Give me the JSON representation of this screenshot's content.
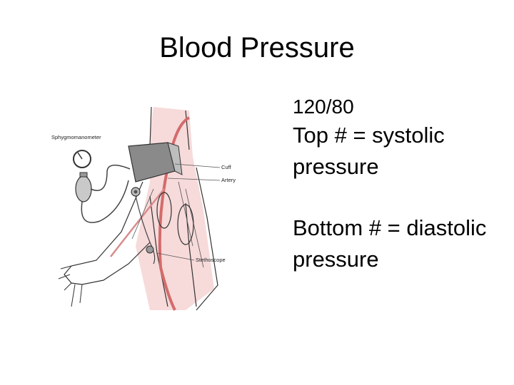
{
  "slide": {
    "title": "Blood Pressure",
    "reading": "120/80",
    "bullets": [
      "Top # = systolic pressure",
      "Bottom # = diastolic pressure"
    ]
  },
  "illustration": {
    "labels": {
      "sphygmomanometer": "Sphygmomanometer",
      "cuff": "Cuff",
      "artery": "Artery",
      "stethoscope": "Stethoscope"
    }
  }
}
